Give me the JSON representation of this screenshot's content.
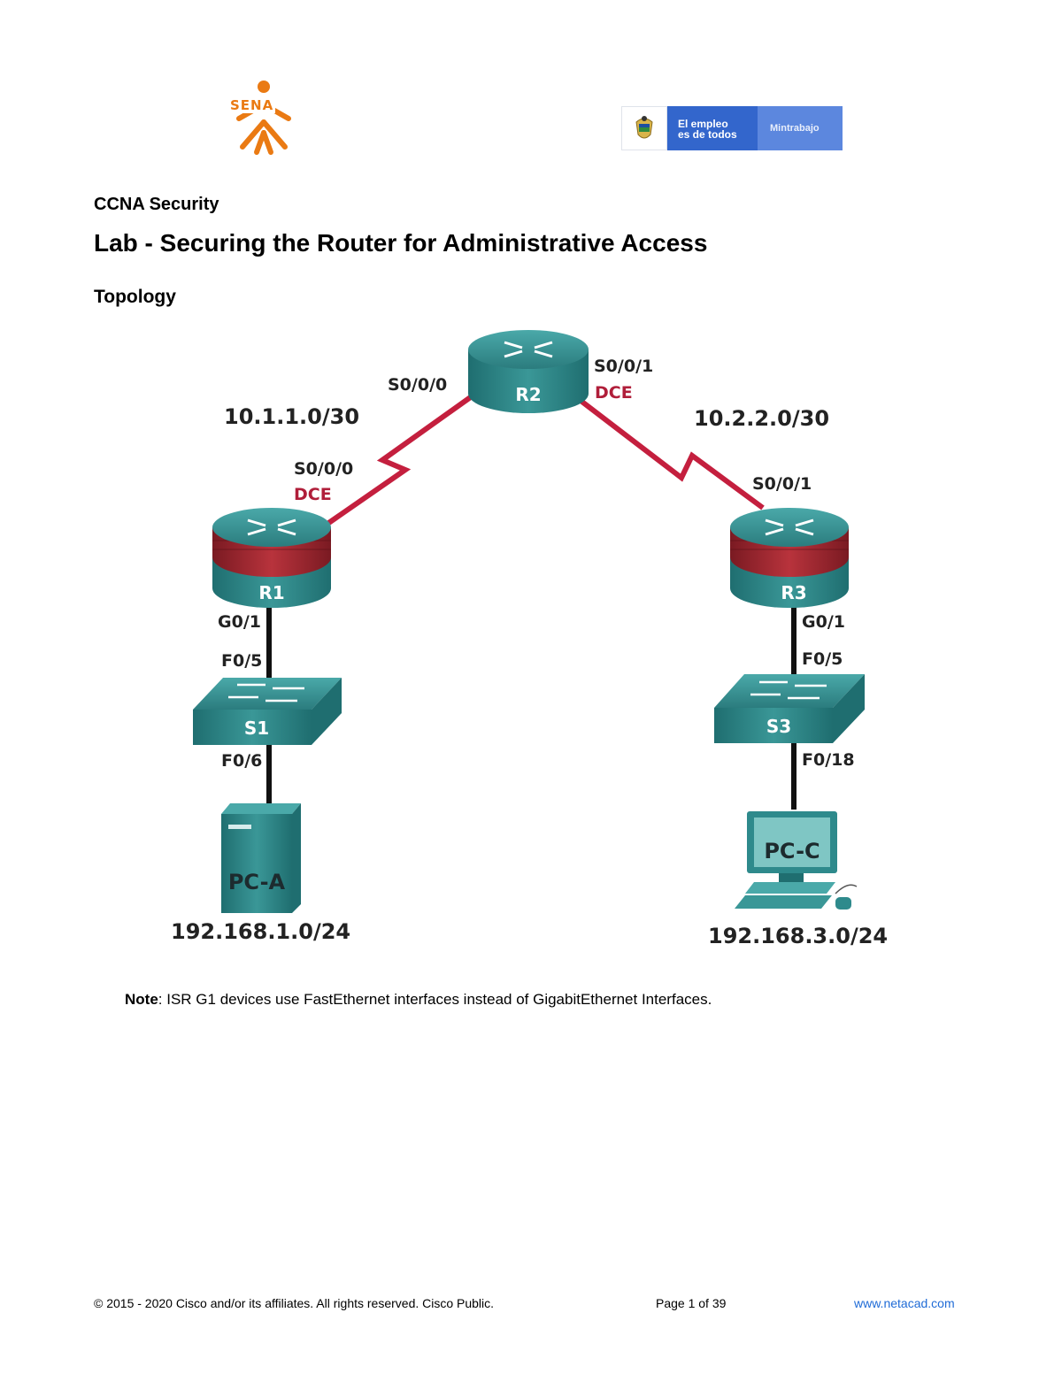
{
  "logos": {
    "sena": "SENA",
    "gov_slogan_line1": "El empleo",
    "gov_slogan_line2": "es de todos",
    "ministry": "Mintrabajo"
  },
  "header": {
    "course": "CCNA Security",
    "title": "Lab - Securing the Router for Administrative Access"
  },
  "topology": {
    "heading": "Topology",
    "devices": {
      "r1": "R1",
      "r2": "R2",
      "r3": "R3",
      "s1": "S1",
      "s3": "S3",
      "pca": "PC-A",
      "pcc": "PC-C"
    },
    "networks": {
      "r1_r2": "10.1.1.0/30",
      "r2_r3": "10.2.2.0/30",
      "lan_a": "192.168.1.0/24",
      "lan_c": "192.168.3.0/24"
    },
    "interfaces": {
      "r2_s000": "S0/0/0",
      "r2_s001": "S0/0/1",
      "r2_dce": "DCE",
      "r1_s000": "S0/0/0",
      "r1_dce": "DCE",
      "r3_s001": "S0/0/1",
      "r1_g01": "G0/1",
      "s1_f05": "F0/5",
      "s1_f06": "F0/6",
      "r3_g01": "G0/1",
      "s3_f05": "F0/5",
      "s3_f018": "F0/18"
    }
  },
  "note": {
    "label": "Note",
    "text": ": ISR G1 devices use FastEthernet interfaces instead of GigabitEthernet Interfaces."
  },
  "footer": {
    "copyright": "© 2015 - 2020 Cisco and/or its affiliates. All rights reserved. Cisco Public.",
    "page": "Page 1 of 39",
    "link": "www.netacad.com"
  },
  "colors": {
    "device_teal": "#2e8a8c",
    "serial_link": "#c41f3e",
    "sena_orange": "#ea7a13",
    "gov_blue": "#3366cc",
    "link_blue": "#1f6bd6"
  }
}
